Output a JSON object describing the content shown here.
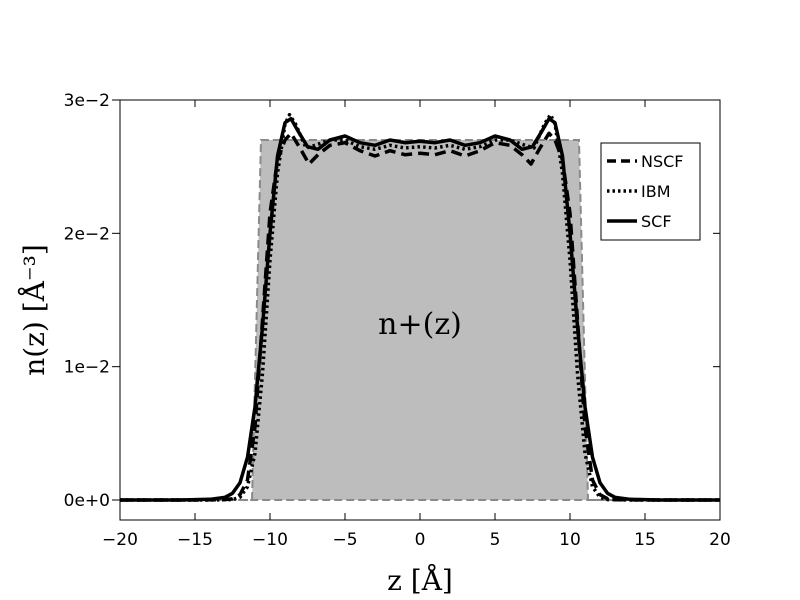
{
  "chart_data": {
    "type": "line",
    "xlabel": "z [Å]",
    "ylabel": "n(z) [Å⁻³]",
    "xlim": [
      -20,
      20
    ],
    "ylim": [
      -0.0015,
      0.03
    ],
    "x_ticks": [
      -20,
      -15,
      -10,
      -5,
      0,
      5,
      10,
      15,
      20
    ],
    "x_tick_labels": [
      "−20",
      "−15",
      "−10",
      "−5",
      "0",
      "5",
      "10",
      "15",
      "20"
    ],
    "y_ticks": [
      0,
      0.01,
      0.02,
      0.03
    ],
    "y_tick_labels": [
      "0e+0",
      "1e−2",
      "2e−2",
      "3e−2"
    ],
    "grid": false,
    "legend_position": "top-right",
    "annotation": "n+(z)",
    "fill_region": {
      "color": "#bdbdbd",
      "points": [
        [
          -20,
          0
        ],
        [
          -11.2,
          0
        ],
        [
          -10.9,
          0.0135
        ],
        [
          -10.6,
          0.027
        ],
        [
          10.6,
          0.027
        ],
        [
          10.9,
          0.0135
        ],
        [
          11.2,
          0
        ],
        [
          20,
          0
        ]
      ]
    },
    "series": [
      {
        "name": "NSCF",
        "style": "dashed",
        "points": [
          [
            -20,
            0
          ],
          [
            -15,
            0
          ],
          [
            -13,
            2e-05
          ],
          [
            -12.5,
            0.0001
          ],
          [
            -12,
            0.0004
          ],
          [
            -11.5,
            0.0015
          ],
          [
            -11,
            0.0055
          ],
          [
            -10.5,
            0.0135
          ],
          [
            -10,
            0.0215
          ],
          [
            -9.5,
            0.0255
          ],
          [
            -9,
            0.027
          ],
          [
            -8.6,
            0.0275
          ],
          [
            -8,
            0.0264
          ],
          [
            -7.4,
            0.0252
          ],
          [
            -6.8,
            0.0259
          ],
          [
            -6,
            0.0266
          ],
          [
            -5,
            0.0268
          ],
          [
            -4,
            0.0262
          ],
          [
            -3,
            0.0258
          ],
          [
            -2,
            0.0262
          ],
          [
            -1,
            0.0259
          ],
          [
            0,
            0.026
          ],
          [
            1,
            0.0259
          ],
          [
            2,
            0.0262
          ],
          [
            3,
            0.0258
          ],
          [
            4,
            0.0262
          ],
          [
            5,
            0.0268
          ],
          [
            6,
            0.0266
          ],
          [
            6.8,
            0.0259
          ],
          [
            7.4,
            0.0252
          ],
          [
            8,
            0.0264
          ],
          [
            8.6,
            0.0275
          ],
          [
            9,
            0.027
          ],
          [
            9.5,
            0.0255
          ],
          [
            10,
            0.0215
          ],
          [
            10.5,
            0.0135
          ],
          [
            11,
            0.0055
          ],
          [
            11.5,
            0.0015
          ],
          [
            12,
            0.0004
          ],
          [
            12.5,
            0.0001
          ],
          [
            13,
            2e-05
          ],
          [
            15,
            0
          ],
          [
            20,
            0
          ]
        ]
      },
      {
        "name": "IBM",
        "style": "dotted",
        "points": [
          [
            -20,
            0
          ],
          [
            -14,
            0
          ],
          [
            -12.5,
            3e-05
          ],
          [
            -12,
            0.0002
          ],
          [
            -11.5,
            0.001
          ],
          [
            -11,
            0.0035
          ],
          [
            -10.5,
            0.0095
          ],
          [
            -10,
            0.018
          ],
          [
            -9.5,
            0.0245
          ],
          [
            -9,
            0.0282
          ],
          [
            -8.7,
            0.0289
          ],
          [
            -8.3,
            0.0282
          ],
          [
            -7.6,
            0.0264
          ],
          [
            -7,
            0.0266
          ],
          [
            -6,
            0.027
          ],
          [
            -5,
            0.027
          ],
          [
            -4,
            0.0265
          ],
          [
            -3,
            0.0263
          ],
          [
            -2,
            0.0266
          ],
          [
            -1,
            0.0264
          ],
          [
            0,
            0.0265
          ],
          [
            1,
            0.0264
          ],
          [
            2,
            0.0266
          ],
          [
            3,
            0.0263
          ],
          [
            4,
            0.0265
          ],
          [
            5,
            0.027
          ],
          [
            6,
            0.027
          ],
          [
            7,
            0.0266
          ],
          [
            7.6,
            0.0264
          ],
          [
            8.3,
            0.0282
          ],
          [
            8.7,
            0.0289
          ],
          [
            9,
            0.0282
          ],
          [
            9.5,
            0.0245
          ],
          [
            10,
            0.018
          ],
          [
            10.5,
            0.0095
          ],
          [
            11,
            0.0035
          ],
          [
            11.5,
            0.001
          ],
          [
            12,
            0.0002
          ],
          [
            12.5,
            3e-05
          ],
          [
            14,
            0
          ],
          [
            20,
            0
          ]
        ]
      },
      {
        "name": "SCF",
        "style": "solid",
        "points": [
          [
            -20,
            0
          ],
          [
            -16,
            0
          ],
          [
            -14,
            5e-05
          ],
          [
            -13,
            0.0002
          ],
          [
            -12.5,
            0.0005
          ],
          [
            -12,
            0.0013
          ],
          [
            -11.5,
            0.0032
          ],
          [
            -11,
            0.007
          ],
          [
            -10.5,
            0.013
          ],
          [
            -10,
            0.02
          ],
          [
            -9.5,
            0.0258
          ],
          [
            -9,
            0.0283
          ],
          [
            -8.6,
            0.0286
          ],
          [
            -8.2,
            0.0278
          ],
          [
            -7.5,
            0.0265
          ],
          [
            -6.8,
            0.0263
          ],
          [
            -6,
            0.027
          ],
          [
            -5,
            0.0273
          ],
          [
            -4,
            0.0268
          ],
          [
            -3,
            0.0266
          ],
          [
            -2,
            0.027
          ],
          [
            -1,
            0.0268
          ],
          [
            0,
            0.0269
          ],
          [
            1,
            0.0268
          ],
          [
            2,
            0.027
          ],
          [
            3,
            0.0266
          ],
          [
            4,
            0.0268
          ],
          [
            5,
            0.0273
          ],
          [
            6,
            0.027
          ],
          [
            6.8,
            0.0263
          ],
          [
            7.5,
            0.0265
          ],
          [
            8.2,
            0.0278
          ],
          [
            8.6,
            0.0286
          ],
          [
            9,
            0.0283
          ],
          [
            9.5,
            0.0258
          ],
          [
            10,
            0.02
          ],
          [
            10.5,
            0.013
          ],
          [
            11,
            0.007
          ],
          [
            11.5,
            0.0032
          ],
          [
            12,
            0.0013
          ],
          [
            12.5,
            0.0005
          ],
          [
            13,
            0.0002
          ],
          [
            14,
            5e-05
          ],
          [
            16,
            0
          ],
          [
            20,
            0
          ]
        ]
      }
    ]
  }
}
